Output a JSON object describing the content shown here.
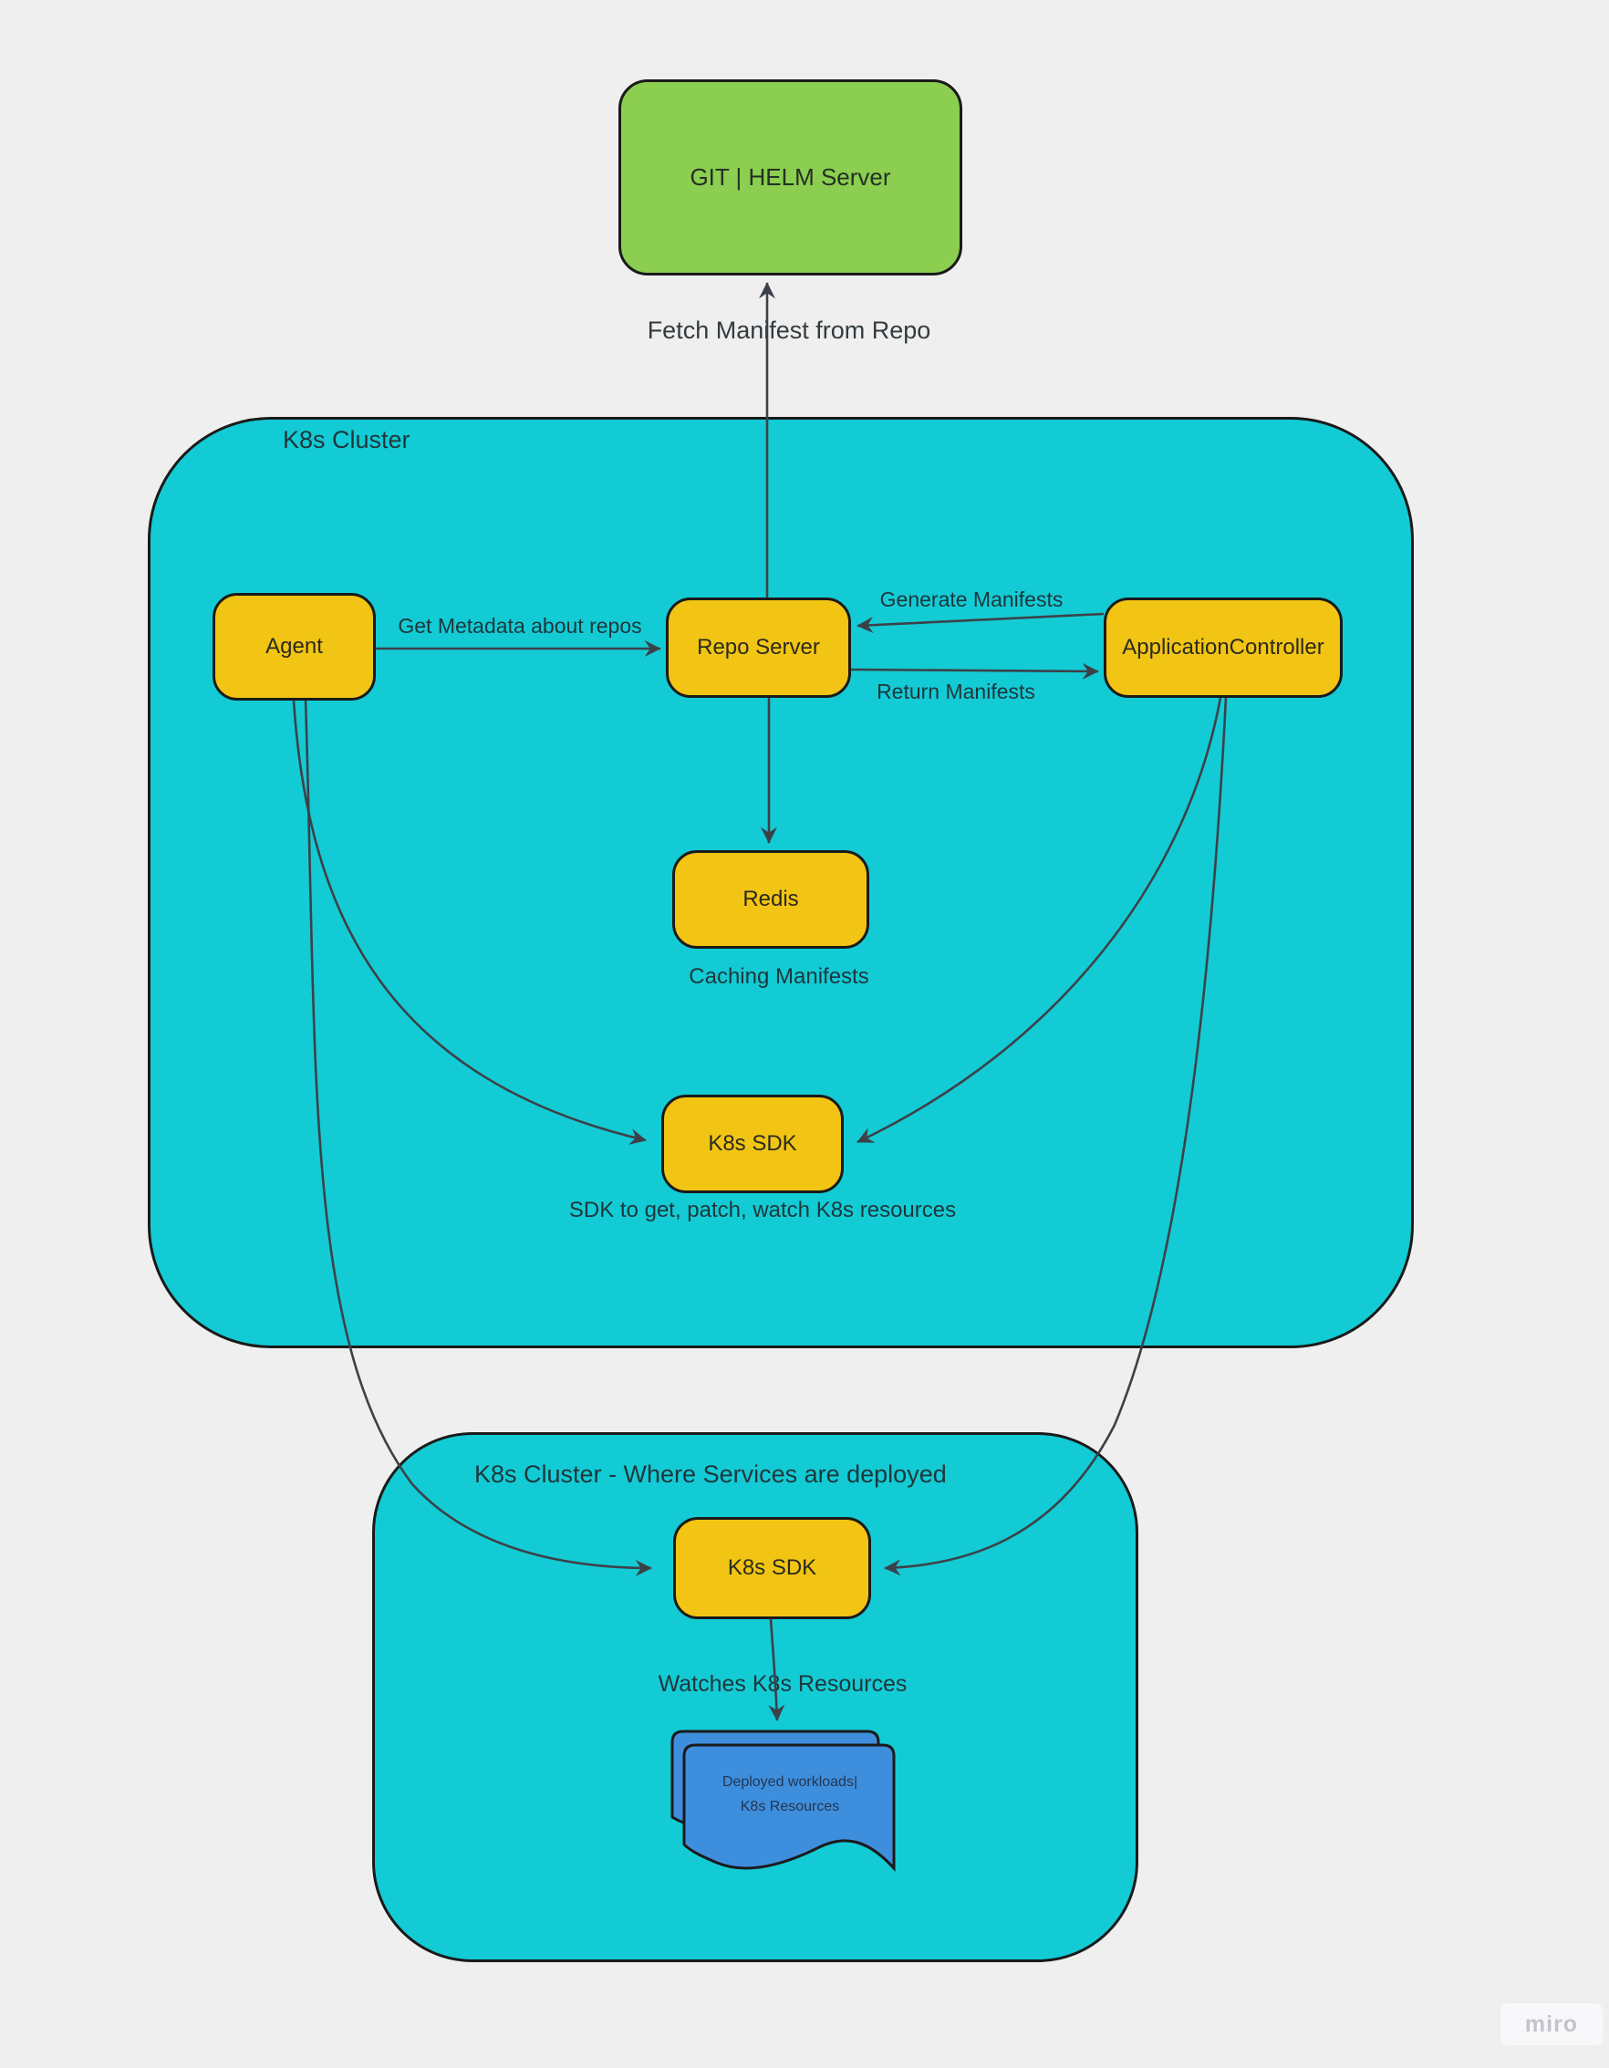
{
  "canvas": {
    "background": "#efefef"
  },
  "watermark": {
    "label": "miro"
  },
  "containers": {
    "cluster_main": {
      "label": "K8s Cluster",
      "fill": "#13cbd4"
    },
    "cluster_services": {
      "label": "K8s Cluster - Where Services are deployed",
      "fill": "#13cbd4"
    }
  },
  "nodes": {
    "git_helm": {
      "label": "GIT | HELM Server",
      "fill": "#8bce50"
    },
    "agent": {
      "label": "Agent",
      "fill": "#f2c413"
    },
    "repo_server": {
      "label": "Repo Server",
      "fill": "#f2c413"
    },
    "app_controller": {
      "label": "ApplicationController",
      "fill": "#f2c413"
    },
    "redis": {
      "label": "Redis",
      "fill": "#f2c413"
    },
    "k8s_sdk_upper": {
      "label": "K8s SDK",
      "fill": "#f2c413"
    },
    "k8s_sdk_lower": {
      "label": "K8s SDK",
      "fill": "#f2c413"
    },
    "deployed_workloads": {
      "line1": "Deployed workloads|",
      "line2": "K8s Resources",
      "fill": "#3e8ede"
    }
  },
  "edge_labels": {
    "fetch_manifest": "Fetch Manifest from Repo",
    "get_metadata": "Get Metadata about repos",
    "generate_manifests": "Generate Manifests",
    "return_manifests": "Return Manifests",
    "caching_manifests": "Caching Manifests",
    "sdk_purpose": "SDK to get, patch, watch K8s resources",
    "watches_resources": "Watches K8s Resources"
  },
  "colors": {
    "edge_line": "#3c4149",
    "shape_border": "#1a1a1a",
    "watermark_text": "#c3c3cf"
  }
}
